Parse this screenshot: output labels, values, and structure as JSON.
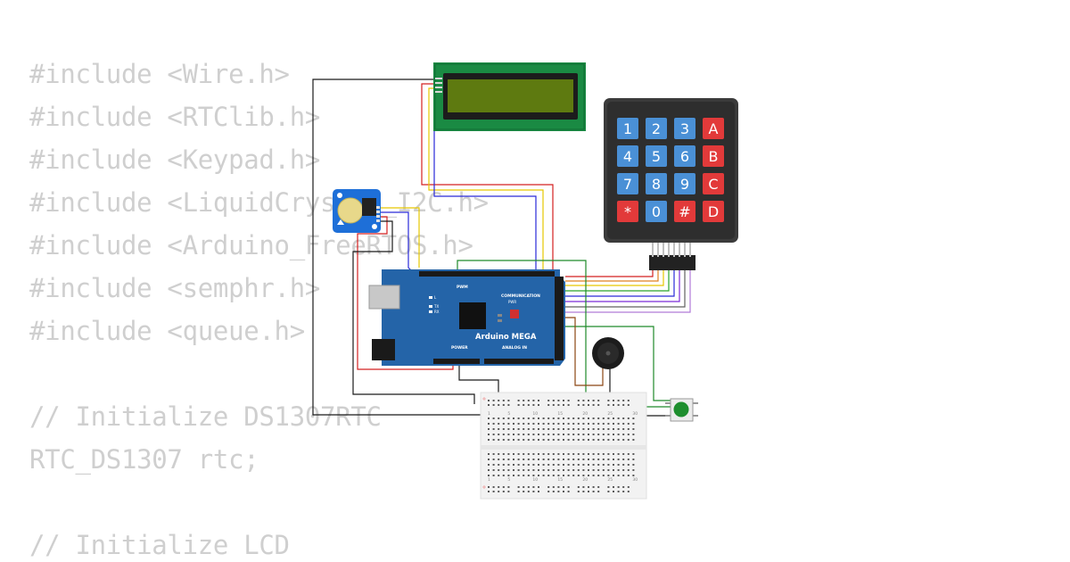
{
  "code_lines": [
    "#include <Wire.h>",
    "#include <RTClib.h>",
    "#include <Keypad.h>",
    "#include <LiquidCrystal_I2C.h>",
    "#include <Arduino_FreeRTOS.h>",
    "#include <semphr.h>",
    "#include <queue.h>",
    "",
    "// Initialize DS1307RTC",
    "RTC_DS1307 rtc;",
    "",
    "// Initialize LCD"
  ],
  "keypad": {
    "keys": [
      "1",
      "2",
      "3",
      "A",
      "4",
      "5",
      "6",
      "B",
      "7",
      "8",
      "9",
      "C",
      "*",
      "0",
      "#",
      "D"
    ]
  },
  "arduino": {
    "name": "Arduino MEGA",
    "labels": {
      "pwm": "PWM",
      "communication": "COMMUNICATION",
      "power": "POWER",
      "analog_in": "ANALOG IN",
      "tx": "TX",
      "rx": "RX",
      "led_l": "L",
      "pwr": "PWR"
    }
  },
  "breadboard": {
    "column_numbers": [
      "1",
      "5",
      "10",
      "15",
      "20",
      "25",
      "30"
    ]
  },
  "colors": {
    "lcd_board": "#1a8a43",
    "lcd_screen": "#5e7a10",
    "keypad_body": "#3b3b3b",
    "key_blue": "#4a90d6",
    "key_red": "#e23a3a",
    "arduino": "#2464a8",
    "rtc_board": "#1e6fd8",
    "button_green": "#1e8e2e",
    "code_text": "#cfcfcf"
  }
}
